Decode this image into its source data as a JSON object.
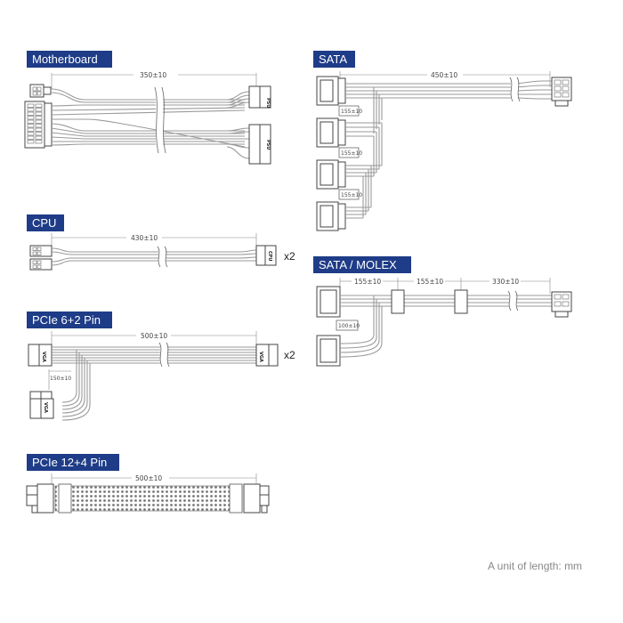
{
  "sections": {
    "motherboard": {
      "label": "Motherboard",
      "length": "350±10",
      "plug": "PSU"
    },
    "cpu": {
      "label": "CPU",
      "length": "430±10",
      "plug": "CPU",
      "quantity": "x2"
    },
    "pcie62": {
      "label": "PCIe 6+2 Pin",
      "length": "500±10",
      "branch": "150±10",
      "plug": "VGA",
      "quantity": "x2"
    },
    "pcie124": {
      "label": "PCIe 12+4 Pin",
      "length": "500±10"
    },
    "sata": {
      "label": "SATA",
      "length": "450±10",
      "spacing": [
        "155±10",
        "155±10",
        "155±10"
      ]
    },
    "sata_molex": {
      "label": "SATA / MOLEX",
      "segments": [
        "155±10",
        "155±10",
        "330±10"
      ],
      "branch": "100±10"
    }
  },
  "footer": {
    "unit_note": "A unit of length: mm"
  },
  "colors": {
    "label_bg": "#1e3c87",
    "wire": "#9a9a9a"
  }
}
